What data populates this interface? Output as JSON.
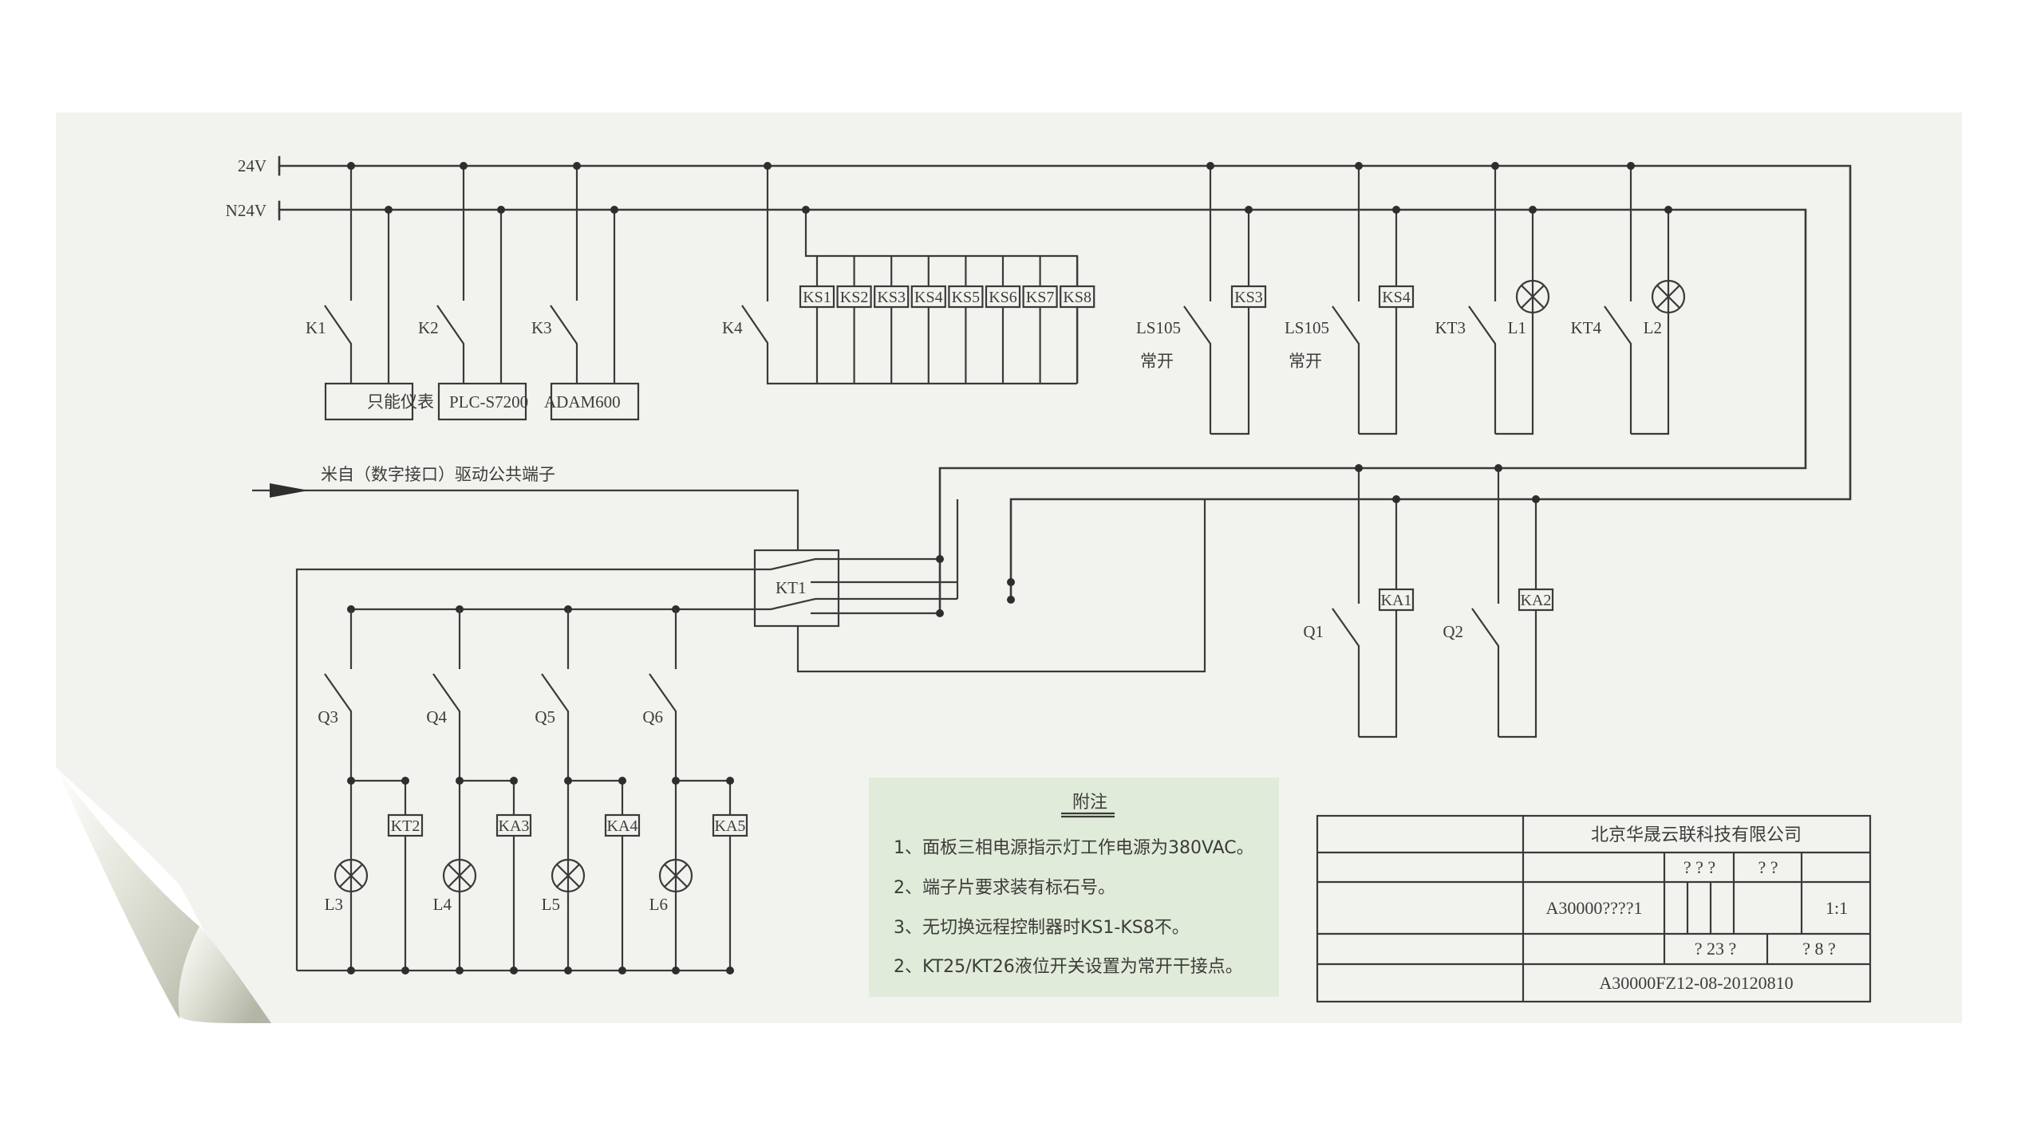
{
  "colors": {
    "background": "#ffffff",
    "paper": "#f2f3ee",
    "ink": "#3a3a38",
    "notes_panel": "#e1ebd9"
  },
  "buses": {
    "positive_label": "24V",
    "negative_label": "N24V"
  },
  "top_left": {
    "switches": [
      "K1",
      "K2",
      "K3"
    ],
    "devices": [
      "只能仪表",
      "PLC-S7200",
      "ADAM600"
    ]
  },
  "ks_group": {
    "switch": "K4",
    "relays": [
      "KS1",
      "KS2",
      "KS3",
      "KS4",
      "KS5",
      "KS6",
      "KS7",
      "KS8"
    ]
  },
  "top_right": {
    "circuits": [
      {
        "switch": "LS105",
        "switch_note": "常开",
        "load": "KS3",
        "load_type": "relay"
      },
      {
        "switch": "LS105",
        "switch_note": "常开",
        "load": "KS4",
        "load_type": "relay"
      },
      {
        "switch": "KT3",
        "switch_note": "",
        "load": "L1",
        "load_type": "lamp"
      },
      {
        "switch": "KT4",
        "switch_note": "",
        "load": "L2",
        "load_type": "lamp"
      }
    ]
  },
  "input_arrow_label": "米自（数字接口）驱动公共端子",
  "changeover": {
    "label": "KT1"
  },
  "mid_right": {
    "circuits": [
      {
        "switch": "Q1",
        "load": "KA1"
      },
      {
        "switch": "Q2",
        "load": "KA2"
      }
    ]
  },
  "bottom_left": {
    "circuits": [
      {
        "switch": "Q3",
        "relay": "KT2",
        "lamp": "L3"
      },
      {
        "switch": "Q4",
        "relay": "KA3",
        "lamp": "L4"
      },
      {
        "switch": "Q5",
        "relay": "KA4",
        "lamp": "L5"
      },
      {
        "switch": "Q6",
        "relay": "KA5",
        "lamp": "L6"
      }
    ]
  },
  "notes": {
    "title": "附注",
    "items": [
      "1、面板三相电源指示灯工作电源为380VAC。",
      "2、端子片要求装有标石号。",
      "3、无切换远程控制器时KS1-KS8不。",
      "2、KT25/KT26液位开关设置为常开干接点。"
    ]
  },
  "title_block": {
    "company": "北京华晟云联科技有限公司",
    "row2_a": "? ? ?",
    "row2_b": "? ?",
    "drawing_code": "A30000????1",
    "scale": "1:1",
    "row4_a": "? 23 ?",
    "row4_b": "? 8 ?",
    "drawing_number": "A30000FZ12-08-20120810"
  }
}
